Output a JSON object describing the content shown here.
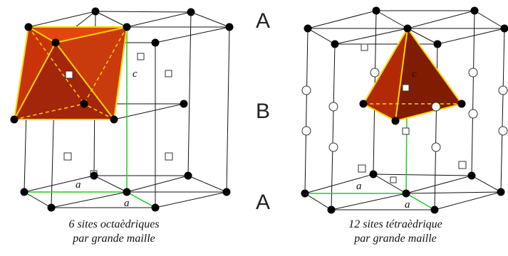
{
  "layers": {
    "top": "A",
    "middle": "B",
    "bottom": "A"
  },
  "left_figure": {
    "caption_line1": "6 sites octaèdriques",
    "caption_line2": "par grande maille",
    "label_c": "c",
    "label_a1": "a",
    "label_a2": "a"
  },
  "right_figure": {
    "caption_line1": "12 sites tétraèdrique",
    "caption_line2": "par grande maille",
    "label_c": "c",
    "label_a1": "a",
    "label_a2": "a"
  },
  "colors": {
    "polyhedron_fill": "#b22a05",
    "polyhedron_dark": "#7a1a02",
    "polyhedron_edge": "#ffd400",
    "lattice_axis": "#22cc22",
    "edges": "#111111"
  }
}
